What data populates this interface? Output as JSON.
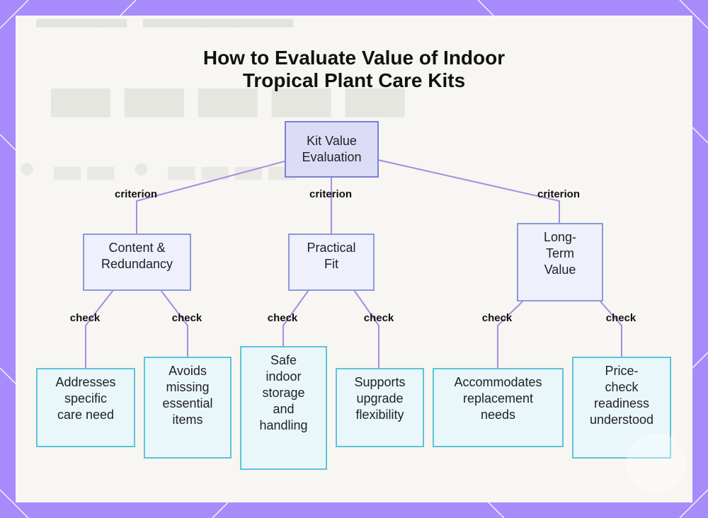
{
  "title": {
    "line1": "How to Evaluate Value of Indoor",
    "line2": "Tropical Plant Care Kits"
  },
  "colors": {
    "frame": "#a78bfa",
    "edge": "#a88be0",
    "root_fill": "#dcdcf7",
    "root_border": "#7b7fd6",
    "mid_fill": "#eef0fb",
    "mid_border": "#8c9ad8",
    "leaf_fill": "#e9f7fb",
    "leaf_border": "#5ec3d9"
  },
  "nodes": {
    "root": [
      "Kit Value",
      "Evaluation"
    ],
    "content": [
      "Content &",
      "Redundancy"
    ],
    "practical": [
      "Practical",
      "Fit"
    ],
    "longterm": [
      "Long-",
      "Term",
      "Value"
    ],
    "addresses": [
      "Addresses",
      "specific",
      "care need"
    ],
    "avoids": [
      "Avoids",
      "missing",
      "essential",
      "items"
    ],
    "safe": [
      "Safe",
      "indoor",
      "storage",
      "and",
      "handling"
    ],
    "supports": [
      "Supports",
      "upgrade",
      "flexibility"
    ],
    "accommodates": [
      "Accommodates",
      "replacement",
      "needs"
    ],
    "price": [
      "Price-",
      "check",
      "readiness",
      "understood"
    ]
  },
  "edge_labels": {
    "criterion_1": "criterion",
    "criterion_2": "criterion",
    "criterion_3": "criterion",
    "check_1": "check",
    "check_2": "check",
    "check_3": "check",
    "check_4": "check",
    "check_5": "check",
    "check_6": "check"
  }
}
